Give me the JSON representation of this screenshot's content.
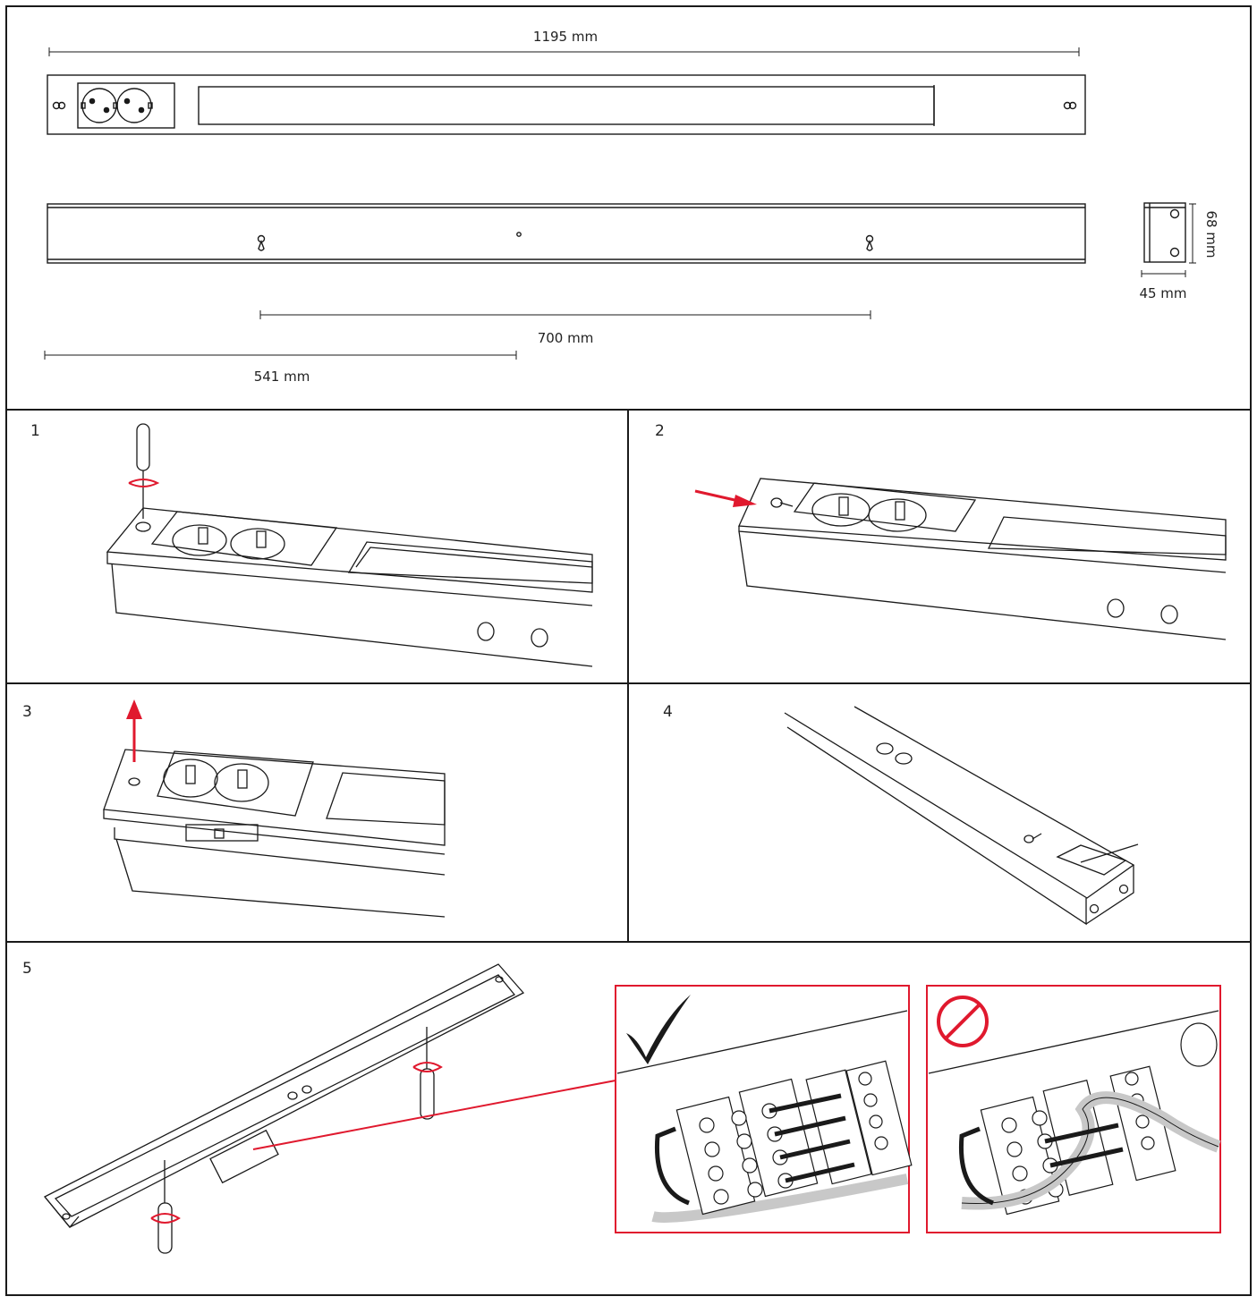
{
  "dimensions": {
    "length": "1195 mm",
    "height": "68 mm",
    "depth": "45 mm",
    "keyhole_spacing": "700 mm",
    "center_offset": "541 mm"
  },
  "steps": [
    {
      "number": "1"
    },
    {
      "number": "2"
    },
    {
      "number": "3"
    },
    {
      "number": "4"
    },
    {
      "number": "5"
    }
  ],
  "colors": {
    "line": "#1a1a1a",
    "accent_red": "#e0192e",
    "cable_grey": "#c8c8c8",
    "background": "#ffffff"
  },
  "icons": {
    "correct": "check-mark-icon",
    "incorrect": "prohibited-icon",
    "direction": "arrow-icon",
    "rotation": "rotate-arrow-icon",
    "tool": "screwdriver-icon"
  }
}
